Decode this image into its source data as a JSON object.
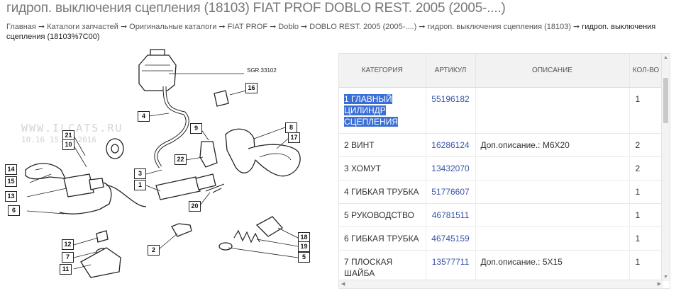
{
  "page": {
    "title": "гидроп. выключения сцепления (18103) FIAT PROF  DOBLO REST. 2005 (2005-....)"
  },
  "breadcrumb": {
    "items": [
      "Главная",
      "Каталоги запчастей",
      "Оригинальные каталоги",
      "FIAT PROF",
      "Doblo",
      "DOBLO REST. 2005 (2005-....)",
      "гидроп. выключения сцепления (18103)"
    ],
    "current": "гидроп. выключения сцепления (18103%7C00)",
    "separator": "➞"
  },
  "diagram": {
    "code": "SGR.33102",
    "watermark": "WWW.ILCATS.RU",
    "watermark_time": "10.16 15.01.2016",
    "callouts": [
      "16",
      "4",
      "9",
      "8",
      "17",
      "21",
      "10",
      "22",
      "14",
      "15",
      "3",
      "1",
      "13",
      "20",
      "6",
      "12",
      "18",
      "19",
      "7",
      "5",
      "2",
      "11"
    ]
  },
  "table": {
    "headers": [
      "КАТЕГОРИЯ",
      "АРТИКУЛ",
      "ОПИСАНИЕ",
      "КОЛ-ВО"
    ],
    "rows": [
      {
        "category": "1 ГЛАВНЫЙ ЦИЛИНДР СЦЕПЛЕНИЯ",
        "article": "55196182",
        "description": "",
        "qty": "1"
      },
      {
        "category": "2 ВИНТ",
        "article": "16286124",
        "description": "Доп.описание.: М6Х20",
        "qty": "2"
      },
      {
        "category": "3 ХОМУТ",
        "article": "13432070",
        "description": "",
        "qty": "2"
      },
      {
        "category": "4 ГИБКАЯ ТРУБКА",
        "article": "51776607",
        "description": "",
        "qty": "1"
      },
      {
        "category": "5 РУКОВОДСТВО",
        "article": "46781511",
        "description": "",
        "qty": "1"
      },
      {
        "category": "6 ГИБКАЯ ТРУБКА",
        "article": "46745159",
        "description": "",
        "qty": "1"
      },
      {
        "category": "7 ПЛОСКАЯ ШАЙБА",
        "article": "13577711",
        "description": "Доп.описание.: 5Х15",
        "qty": "1"
      }
    ]
  },
  "colors": {
    "link": "#3a55a8",
    "selection": "#3b6fd8",
    "header_bg": "#f2f2f2"
  }
}
